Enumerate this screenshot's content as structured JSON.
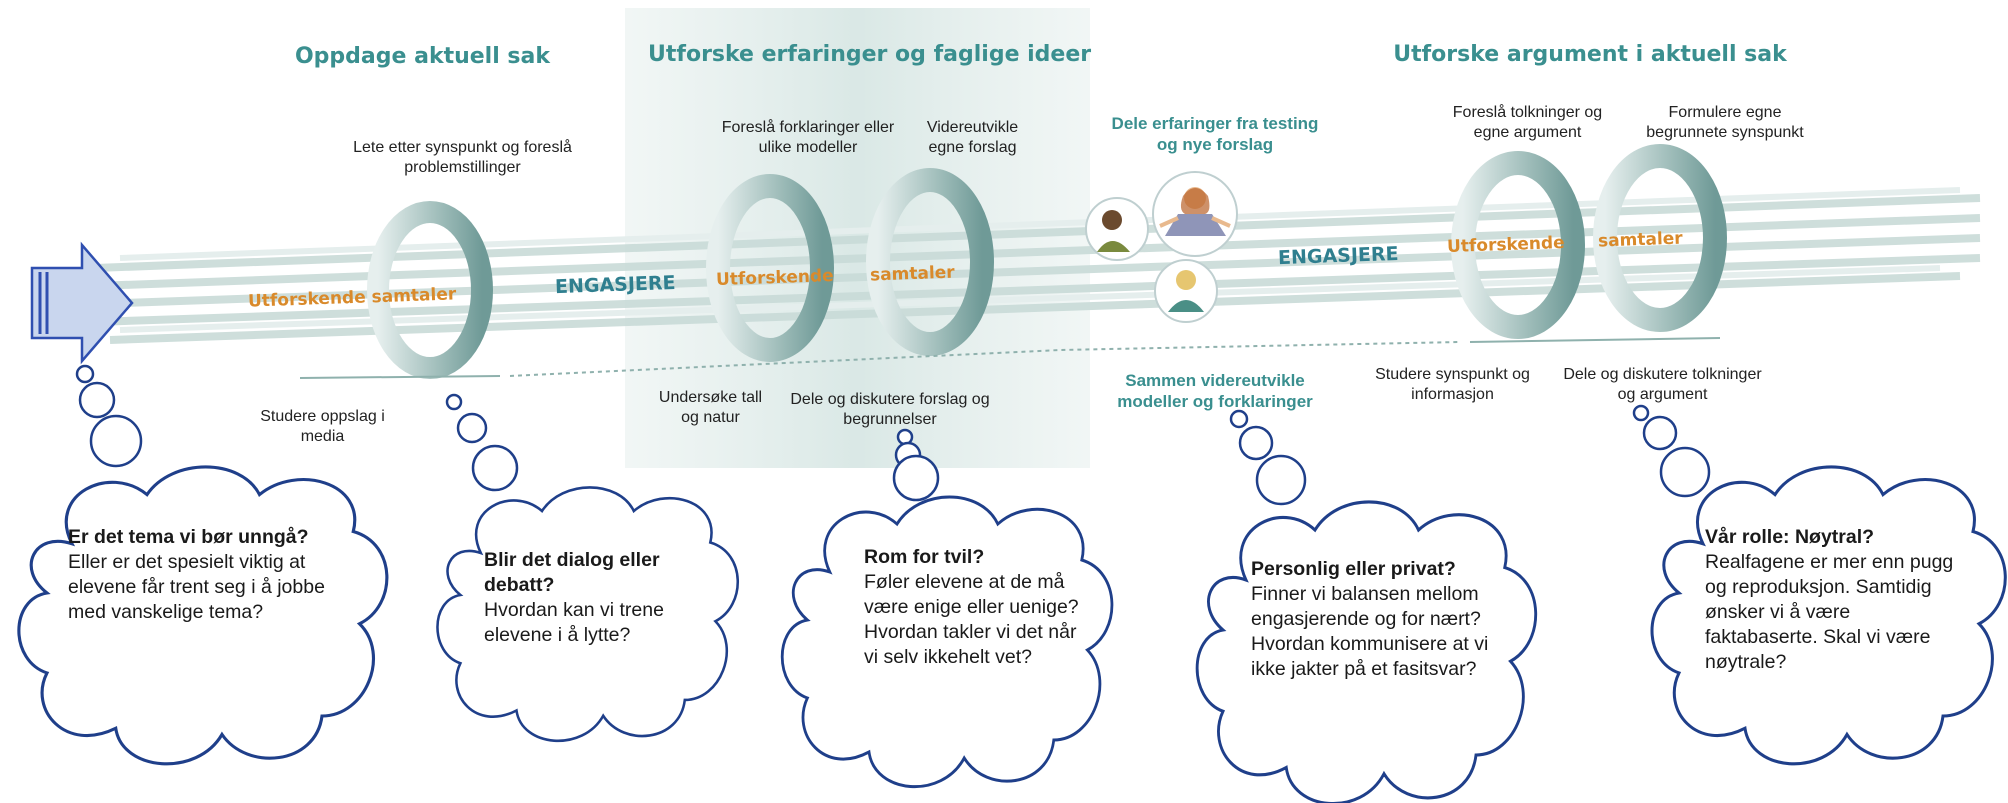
{
  "phases": {
    "discover": "Oppdage aktuell sak",
    "explore_ideas": "Utforske erfaringer og faglige ideer",
    "explore_arguments": "Utforske argument i aktuell sak"
  },
  "steps": {
    "lete": "Lete etter synspunkt og foreslå problemstillinger",
    "studere_oppslag": "Studere oppslag i media",
    "foresla_forklaringer": "Foreslå forklaringer eller ulike modeller",
    "videreutvikle": "Videreutvikle egne forslag",
    "undersoke": "Undersøke tall og natur",
    "dele_forslag": "Dele og diskutere forslag og begrunnelser",
    "dele_erfaringer": "Dele erfaringer fra testing og nye forslag",
    "sammen": "Sammen videreutvikle modeller og forklaringer",
    "foresla_tolkninger": "Foreslå tolkninger og egne argument",
    "formulere": "Formulere egne begrunnete synspunkt",
    "studere_synspunkt": "Studere synspunkt og informasjon",
    "dele_tolkninger": "Dele og diskutere tolkninger og argument"
  },
  "ribbon": {
    "utforskende_samtaler": "Utforskende samtaler",
    "utforskende": "Utforskende",
    "samtaler": "samtaler",
    "engasjere": "ENGASJERE"
  },
  "clouds": [
    {
      "title": "Er det tema vi bør unngå?",
      "body": "Eller er det spesielt viktig at elevene får trent seg i å jobbe med vanskelige tema?"
    },
    {
      "title": "Blir det dialog eller debatt?",
      "body": "Hvordan kan vi trene elevene i å lytte?"
    },
    {
      "title": "Rom for tvil?",
      "body": "Føler elevene at de må være enige eller uenige? Hvordan takler vi det når vi selv ikkehelt vet?"
    },
    {
      "title": "Personlig eller privat?",
      "body": "Finner vi balansen mellom engasjerende og for nært? Hvordan kommunisere at vi ikke jakter på et fasitsvar?"
    },
    {
      "title": "Vår rolle: Nøytral?",
      "body": "Realfagene er mer enn pugg og reproduksjon. Samtidig ønsker vi å være faktabaserte. Skal vi være nøytrale?"
    }
  ],
  "colors": {
    "teal_heading": "#3a8f8f",
    "orange_label": "#d98a2b",
    "cloud_outline": "#1f3f8a",
    "arrow_fill": "#c9d6ee",
    "arrow_stroke": "#2f4fb0",
    "band_shade": "#d7e6e4"
  },
  "icons": [
    "right-arrow-icon",
    "people-icon",
    "spiral-loop-icon",
    "thought-cloud-icon"
  ]
}
